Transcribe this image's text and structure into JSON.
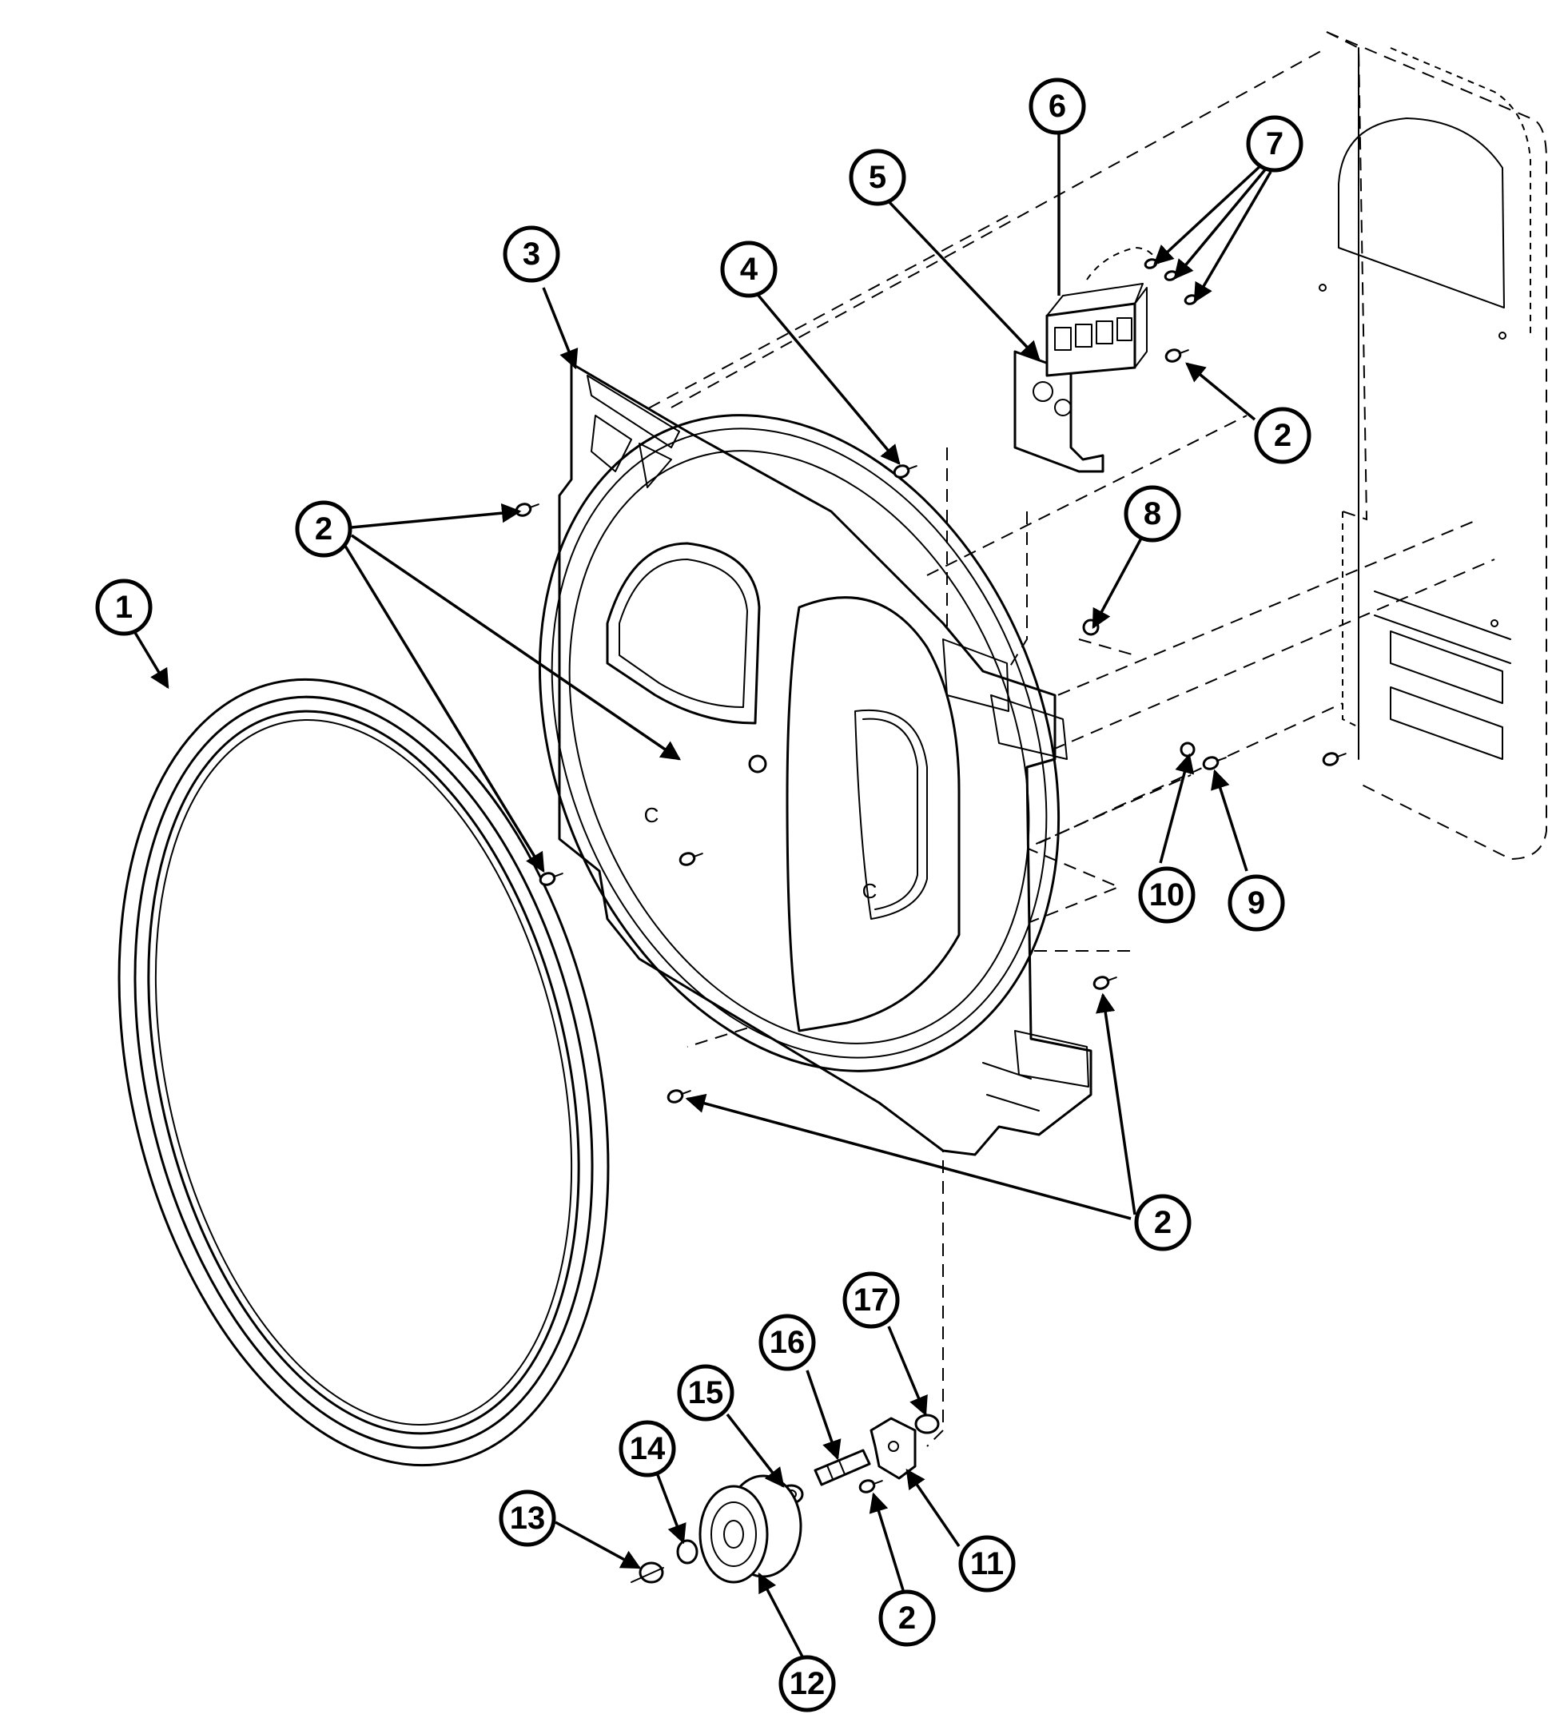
{
  "callouts": [
    {
      "id": "c1",
      "label": "1"
    },
    {
      "id": "c2a",
      "label": "2"
    },
    {
      "id": "c2b",
      "label": "2"
    },
    {
      "id": "c2c",
      "label": "2"
    },
    {
      "id": "c2d",
      "label": "2"
    },
    {
      "id": "c3",
      "label": "3"
    },
    {
      "id": "c4",
      "label": "4"
    },
    {
      "id": "c5",
      "label": "5"
    },
    {
      "id": "c6",
      "label": "6"
    },
    {
      "id": "c7",
      "label": "7"
    },
    {
      "id": "c8",
      "label": "8"
    },
    {
      "id": "c9",
      "label": "9"
    },
    {
      "id": "c10",
      "label": "10"
    },
    {
      "id": "c11",
      "label": "11"
    },
    {
      "id": "c12",
      "label": "12"
    },
    {
      "id": "c13",
      "label": "13"
    },
    {
      "id": "c14",
      "label": "14"
    },
    {
      "id": "c15",
      "label": "15"
    },
    {
      "id": "c16",
      "label": "16"
    },
    {
      "id": "c17",
      "label": "17"
    }
  ],
  "colors": {
    "line": "#000000",
    "background": "#ffffff"
  }
}
